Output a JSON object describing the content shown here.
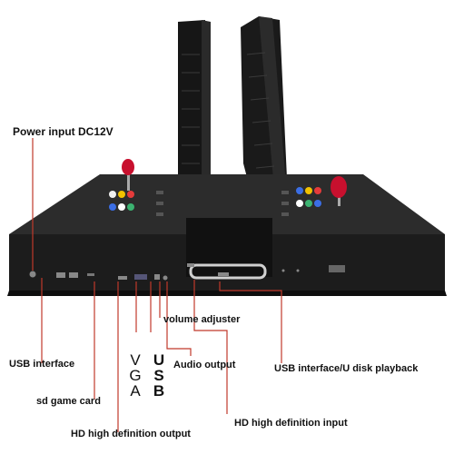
{
  "labels": {
    "power": "Power input DC12V",
    "usb_interface": "USB interface",
    "sd_card": "sd game card",
    "hd_output": "HD high definition output",
    "vga": "VGA",
    "usb": "USB",
    "volume": "volume adjuster",
    "audio": "Audio output",
    "usb_disk": "USB interface/U disk playback",
    "hd_input": "HD high definition input"
  },
  "colors": {
    "line": "#c0392b",
    "body": "#1c1c1c",
    "joystick_ball": "#c8102e"
  }
}
